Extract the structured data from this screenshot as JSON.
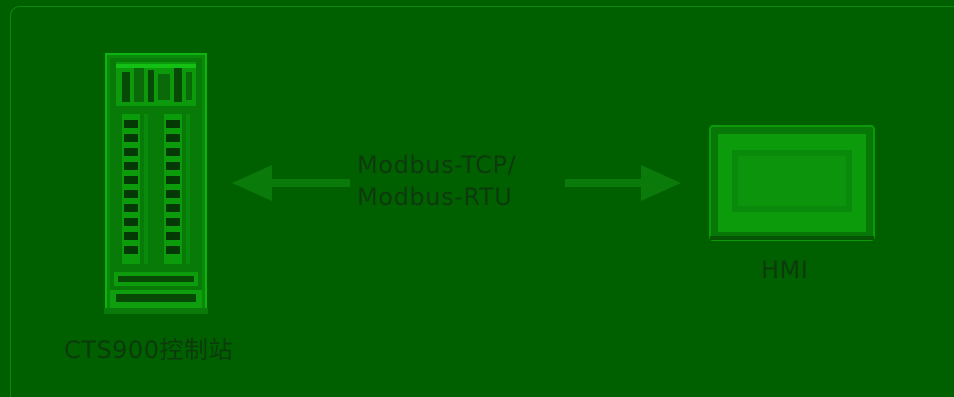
{
  "diagram": {
    "left_node": {
      "label": "CTS900控制站",
      "icon": "control-cabinet-icon"
    },
    "connection": {
      "protocol_line1": "Modbus-TCP/",
      "protocol_line2": "Modbus-RTU",
      "direction": "bidirectional"
    },
    "right_node": {
      "label": "HMI",
      "icon": "hmi-screen-icon"
    }
  },
  "colors": {
    "background": "#006000",
    "panel_border": "#0a8a0a",
    "arrow": "#0a7a0a",
    "text": "#0c3a0c"
  }
}
